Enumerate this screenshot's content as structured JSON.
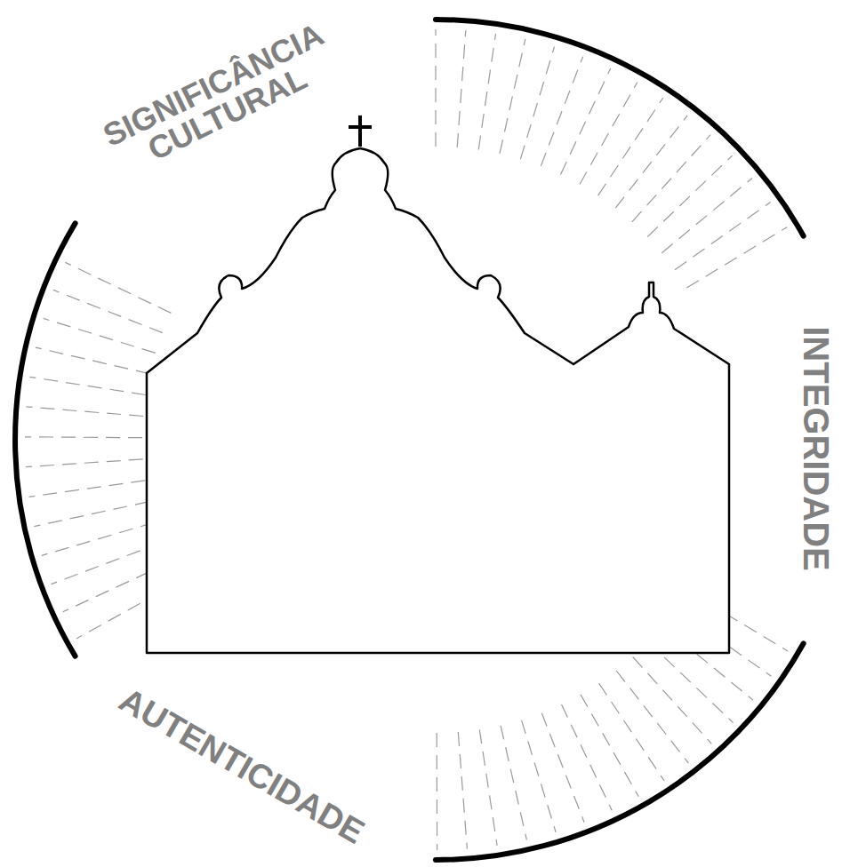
{
  "diagram": {
    "labels": [
      "SIGNIFICÂNCIA CULTURAL",
      "INTEGRIDADE",
      "AUTENTICIDADE"
    ]
  }
}
